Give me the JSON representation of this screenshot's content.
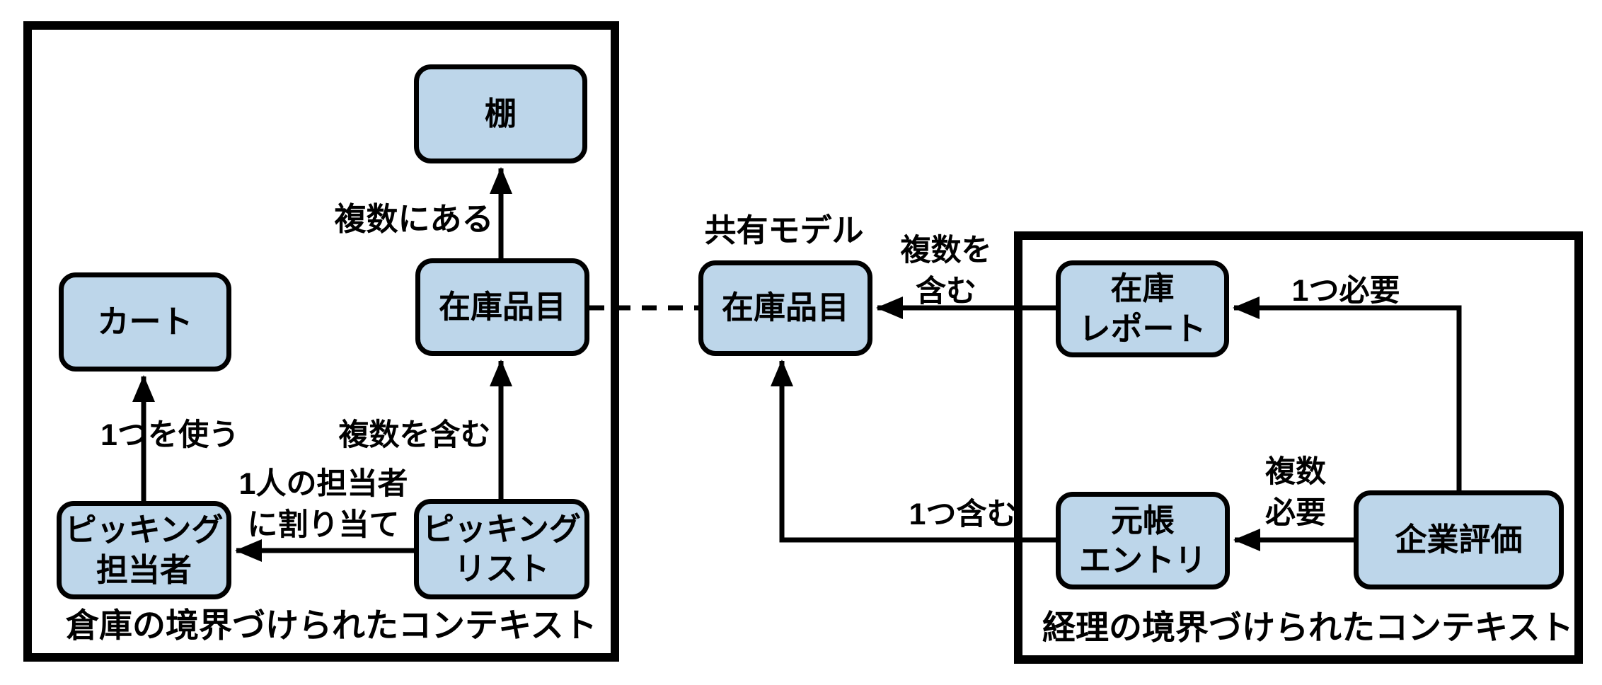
{
  "contexts": {
    "warehouse": "倉庫の境界づけられたコンテキスト",
    "accounting": "経理の境界づけられたコンテキスト"
  },
  "nodes": {
    "shelf": "棚",
    "cart": "カート",
    "inventory_item_warehouse": "在庫品目",
    "picker": "ピッキング\n担当者",
    "picking_list": "ピッキング\nリスト",
    "inventory_item_shared": "在庫品目",
    "inventory_report": "在庫\nレポート",
    "ledger_entry": "元帳\nエントリ",
    "company_valuation": "企業評価"
  },
  "labels": {
    "shared_model": "共有モデル",
    "in_multiple": "複数にある",
    "uses_one": "1つを使う",
    "contains_multiple_warehouse": "複数を含む",
    "assigned_to_one_picker": "1人の担当者\nに割り当て",
    "contains_multiple_accounting": "複数を\n含む",
    "needs_one": "1つ必要",
    "contains_one": "1つ含む",
    "needs_multiple": "複数\n必要"
  },
  "edges": [
    {
      "from": "inventory_item_warehouse",
      "to": "shelf",
      "label": "複数にある",
      "style": "arrow"
    },
    {
      "from": "picker",
      "to": "cart",
      "label": "1つを使う",
      "style": "arrow"
    },
    {
      "from": "picking_list",
      "to": "inventory_item_warehouse",
      "label": "複数を含む",
      "style": "arrow"
    },
    {
      "from": "picking_list",
      "to": "picker",
      "label": "1人の担当者に割り当て",
      "style": "arrow"
    },
    {
      "from": "inventory_item_warehouse",
      "to": "inventory_item_shared",
      "label": "共有モデル",
      "style": "dashed"
    },
    {
      "from": "inventory_report",
      "to": "inventory_item_shared",
      "label": "複数を含む",
      "style": "arrow"
    },
    {
      "from": "company_valuation",
      "to": "inventory_report",
      "label": "1つ必要",
      "style": "arrow"
    },
    {
      "from": "ledger_entry",
      "to": "inventory_item_shared",
      "label": "1つ含む",
      "style": "arrow"
    },
    {
      "from": "company_valuation",
      "to": "ledger_entry",
      "label": "複数必要",
      "style": "arrow"
    }
  ],
  "colors": {
    "node_fill": "#BDD6EA",
    "stroke": "#000000",
    "background": "#FFFFFF"
  }
}
